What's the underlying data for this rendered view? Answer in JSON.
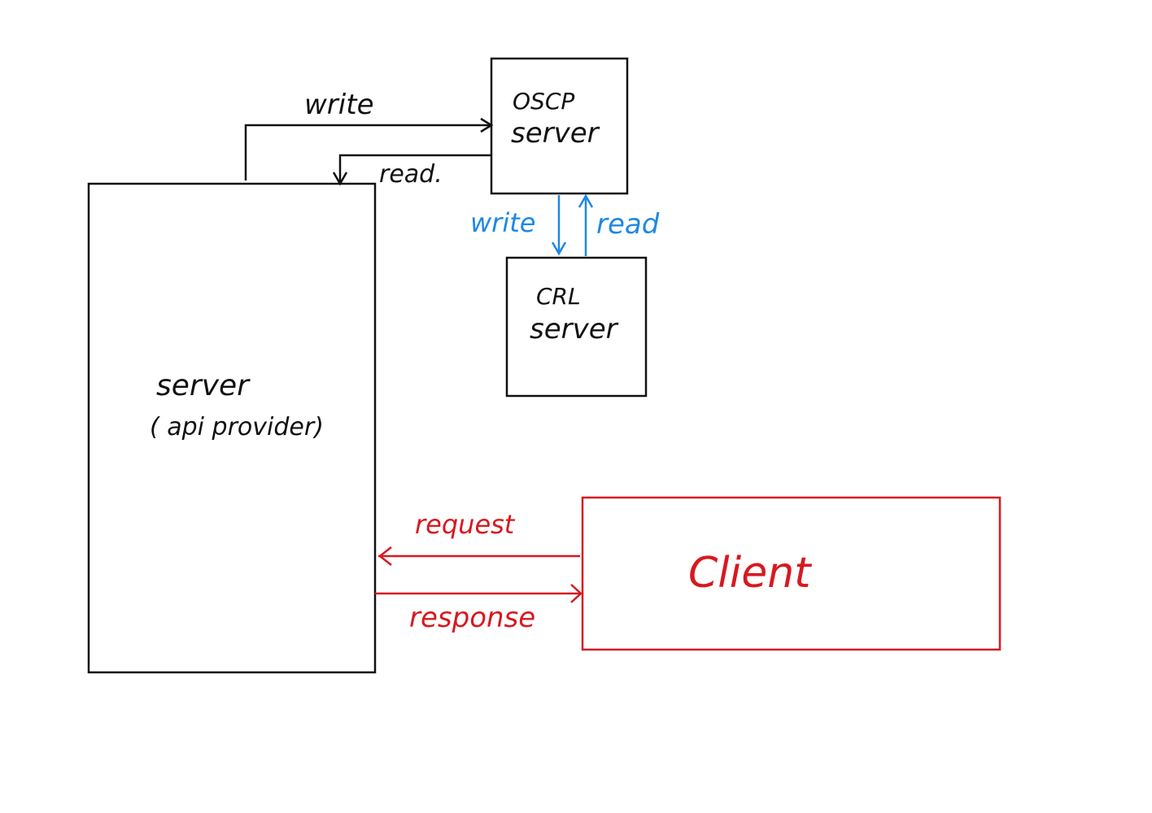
{
  "colors": {
    "black": "#111111",
    "blue": "#1e88e5",
    "red": "#d71920",
    "background": "#ffffff"
  },
  "nodes": {
    "server": {
      "line1": "server",
      "line2": "( api provider)"
    },
    "oscp": {
      "line1": "OSCP",
      "line2": "server"
    },
    "crl": {
      "line1": "CRL",
      "line2": "server"
    },
    "client": {
      "label": "Client"
    }
  },
  "edges": {
    "server_to_oscp": "write",
    "oscp_to_server": "read.",
    "oscp_to_crl": "write",
    "crl_to_oscp": "read",
    "client_to_server": "request",
    "server_to_client": "response"
  }
}
